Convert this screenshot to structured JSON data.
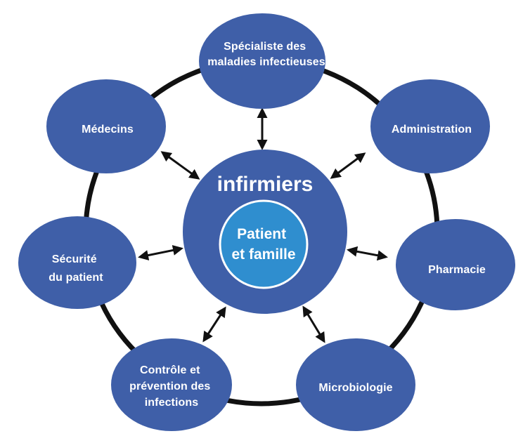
{
  "diagram": {
    "center": {
      "title": "infirmiers",
      "inner": {
        "line1": "Patient",
        "line2": "et famille"
      }
    },
    "nodes": [
      {
        "id": "specialiste",
        "lines": [
          "Spécialiste des",
          "maladies infectieuses"
        ]
      },
      {
        "id": "administration",
        "lines": [
          "Administration"
        ]
      },
      {
        "id": "pharmacie",
        "lines": [
          "Pharmacie"
        ]
      },
      {
        "id": "microbiologie",
        "lines": [
          "Microbiologie"
        ]
      },
      {
        "id": "controle",
        "lines": [
          "Contrôle et",
          "prévention des",
          "infections"
        ]
      },
      {
        "id": "securite",
        "lines": [
          "Sécurité",
          "du patient"
        ]
      },
      {
        "id": "medecins",
        "lines": [
          "Médecins"
        ]
      }
    ]
  },
  "colors": {
    "node_fill": "#3f5fa8",
    "inner_fill": "#2f8ecf",
    "inner_stroke": "#ffffff",
    "ring": "#111111",
    "arrow": "#111111"
  }
}
